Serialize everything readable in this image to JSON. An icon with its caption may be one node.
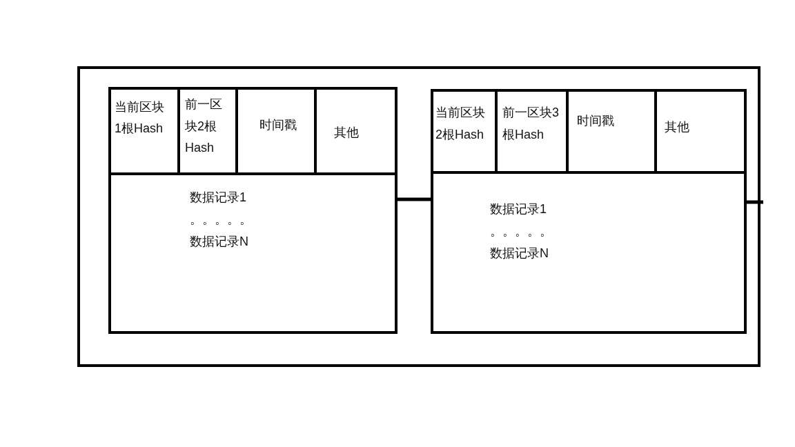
{
  "diagram": {
    "nodes": [
      {
        "text": [],
        "shape": "box"
      },
      {
        "text": [],
        "shape": "box",
        "in": 0
      },
      {
        "text": [
          "当前区块1根Hash"
        ],
        "in": 1
      },
      {
        "text": [
          "前一区块2根Hash"
        ],
        "in": 1
      },
      {
        "text": [
          "时间戳"
        ],
        "in": 1
      },
      {
        "text": [
          "其他"
        ],
        "in": 1
      },
      {
        "text": [
          "数据记录1",
          "。。。。。",
          "数据记录N"
        ],
        "in": 1
      },
      {
        "text": [],
        "shape": "box",
        "in": 0
      },
      {
        "text": [
          "当前区块2根Hash"
        ],
        "in": 7
      },
      {
        "text": [
          "前一区块3根Hash"
        ],
        "in": 7
      },
      {
        "text": [
          "时间戳"
        ],
        "in": 7
      },
      {
        "text": [
          "其他"
        ],
        "in": 7
      },
      {
        "text": [
          "数据记录1",
          "。。。。。",
          "数据记录N"
        ],
        "in": 7
      }
    ],
    "edges": [
      {
        "from": 1,
        "to": 7,
        "arrow": "none"
      },
      {
        "from": 7,
        "to": null,
        "arrow": "none"
      }
    ]
  }
}
